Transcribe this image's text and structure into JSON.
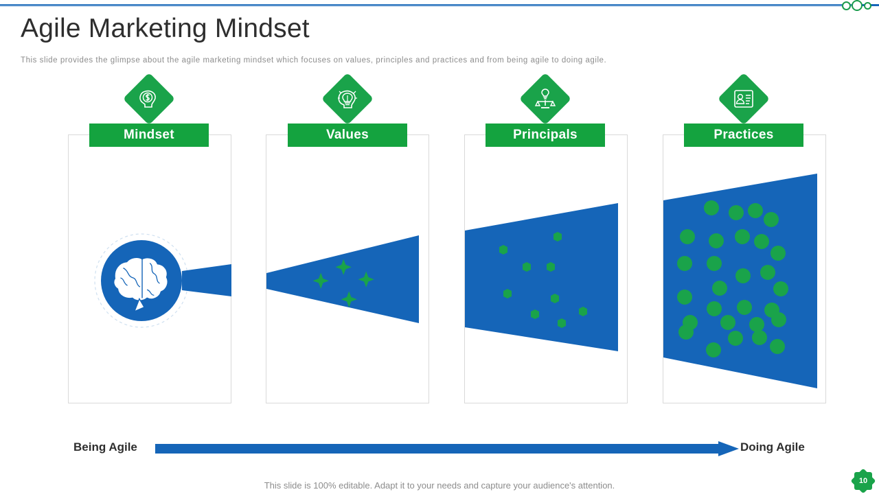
{
  "header": {
    "title": "Agile Marketing Mindset",
    "subtitle": "This slide provides the glimpse about the agile marketing mindset which focuses on values, principles and practices and from being agile to doing agile."
  },
  "columns": [
    {
      "label": "Mindset",
      "icon": "money-head-icon",
      "visual": "brain-circle"
    },
    {
      "label": "Values",
      "icon": "lightbulb-head-icon",
      "visual": "funnel-few-dots"
    },
    {
      "label": "Principals",
      "icon": "idea-balance-icon",
      "visual": "funnel-more-dots"
    },
    {
      "label": "Practices",
      "icon": "person-document-icon",
      "visual": "funnel-many-dots"
    }
  ],
  "progress": {
    "start_label": "Being Agile",
    "end_label": "Doing Agile"
  },
  "footer": {
    "note": "This slide is 100% editable. Adapt it to your needs and capture your audience's attention.",
    "page_number": "10"
  },
  "colors": {
    "green": "#14a33f",
    "blue": "#1565b8",
    "title_gray": "#2e2e2e",
    "muted_gray": "#8c8c8c"
  }
}
